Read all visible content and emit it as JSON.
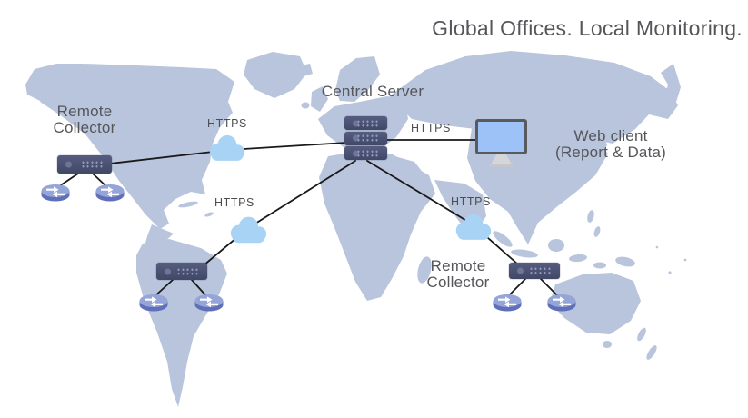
{
  "title": "Global Offices. Local Monitoring.",
  "nodes": {
    "central_server": {
      "label": "Central Server"
    },
    "web_client": {
      "line1": "Web client",
      "line2": "(Report & Data)"
    },
    "collector_na": {
      "line1": "Remote",
      "line2": "Collector"
    },
    "collector_apac": {
      "line1": "Remote",
      "line2": "Collector"
    }
  },
  "links": [
    {
      "id": "na-collector-to-central",
      "protocol": "HTTPS"
    },
    {
      "id": "central-to-sa-collector",
      "protocol": "HTTPS"
    },
    {
      "id": "central-to-apac-collector",
      "protocol": "HTTPS"
    },
    {
      "id": "central-to-web-client",
      "protocol": "HTTPS"
    }
  ],
  "colors": {
    "map_land": "#b9c5dc",
    "cloud": "#a9d3f5",
    "server_body": "#4a5172",
    "router_top": "#95a5d8",
    "router_body": "#6d7fc4",
    "monitor_screen": "#9cc2f7",
    "connection_line": "#191919",
    "text": "#55565a"
  }
}
